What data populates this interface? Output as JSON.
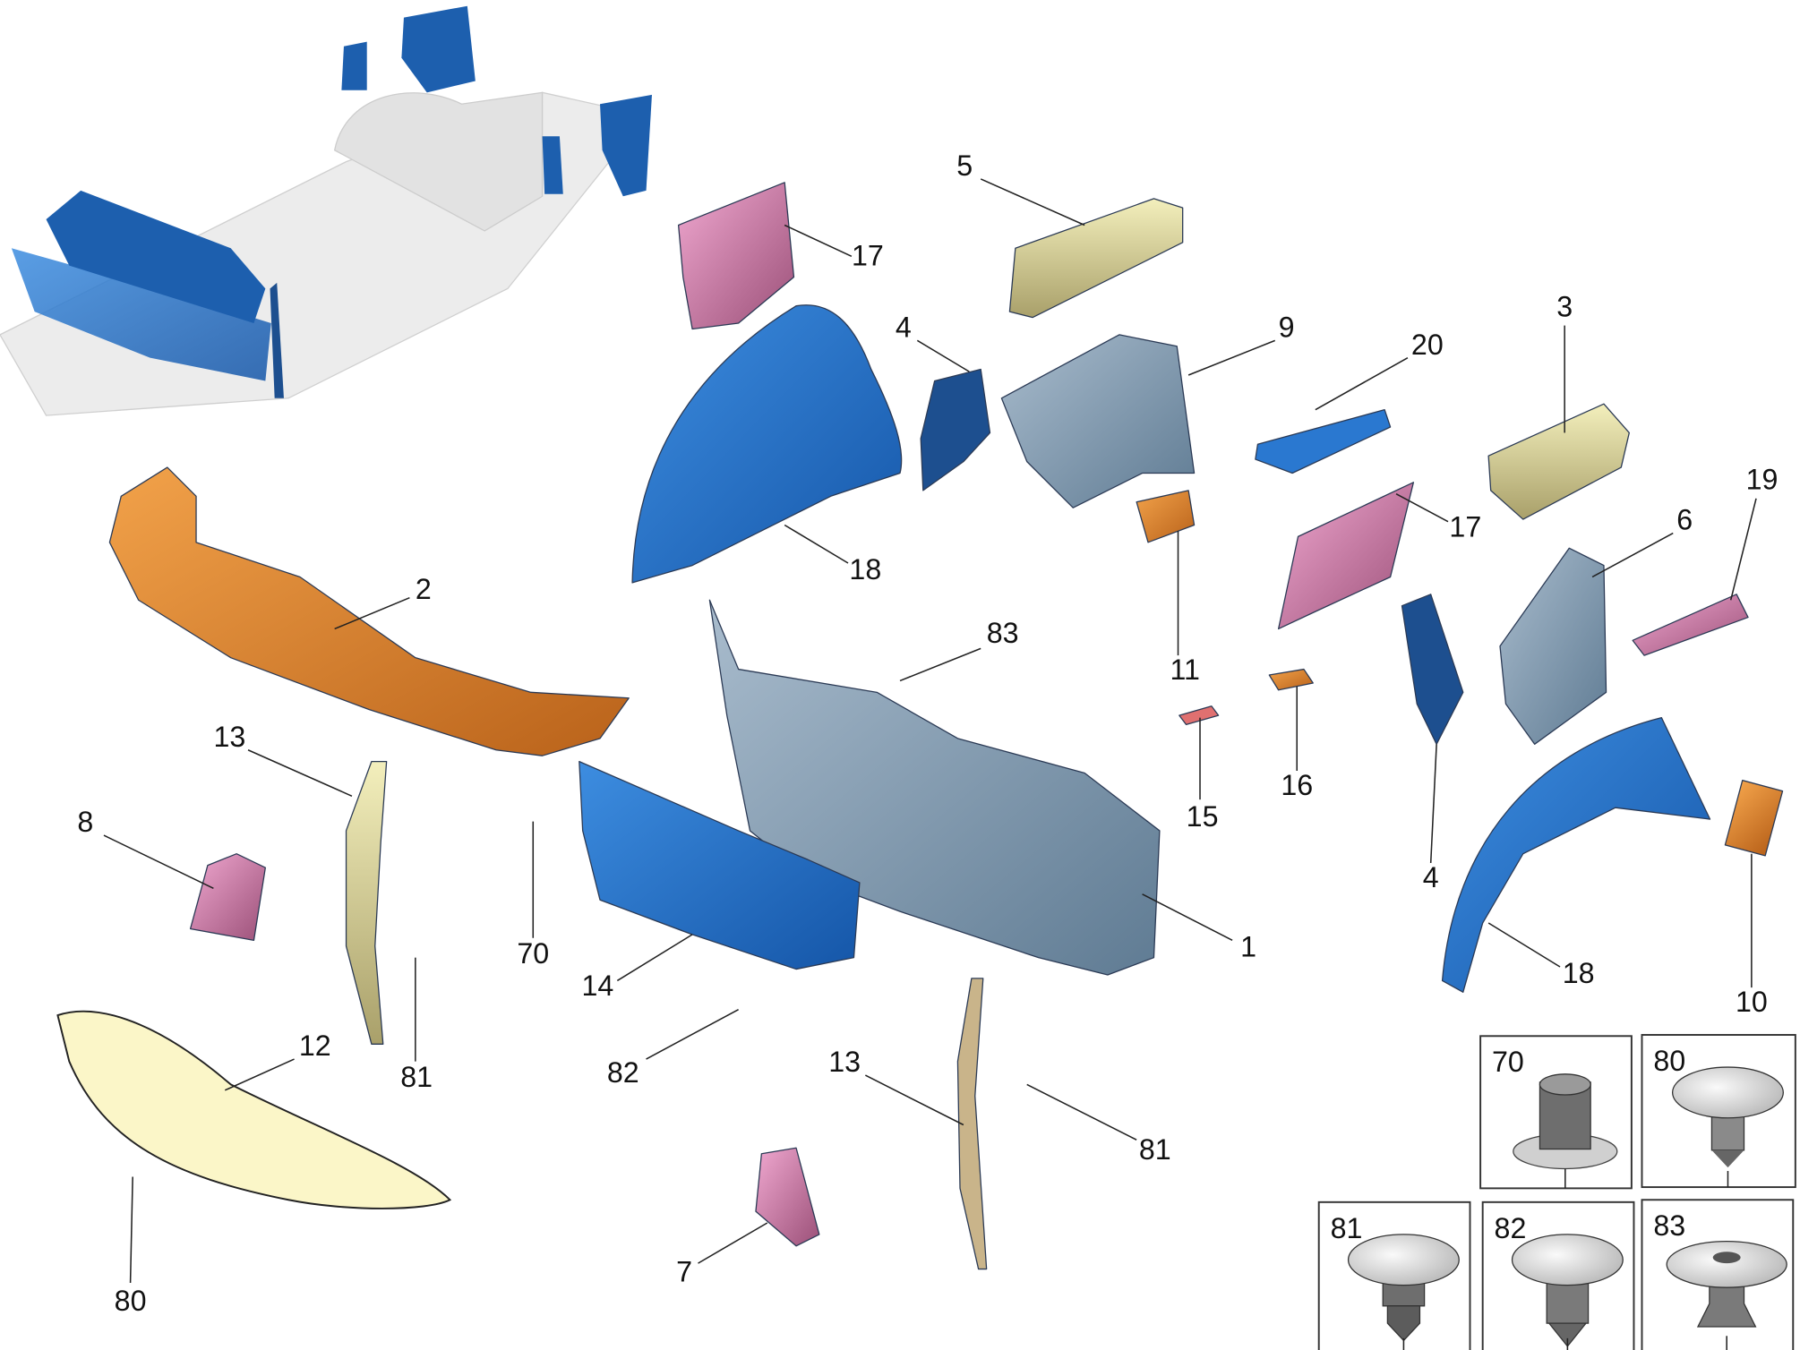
{
  "title": "Front body structure parts diagram",
  "callouts": [
    {
      "id": "5",
      "part": "insulation-yellow-upper"
    },
    {
      "id": "17",
      "part": "bracket-pink-left"
    },
    {
      "id": "4",
      "part": "trim-blue-left"
    },
    {
      "id": "9",
      "part": "panel-grey"
    },
    {
      "id": "20",
      "part": "bracket-blue"
    },
    {
      "id": "3",
      "part": "insulation-yellow-right"
    },
    {
      "id": "19",
      "part": "bracket-pink-right"
    },
    {
      "id": "17",
      "part": "bracket-pink-right-large"
    },
    {
      "id": "6",
      "part": "panel-grey-right"
    },
    {
      "id": "18",
      "part": "wheel-liner-left"
    },
    {
      "id": "2",
      "part": "cowl-orange"
    },
    {
      "id": "83",
      "part": "clip"
    },
    {
      "id": "11",
      "part": "bracket-orange-small"
    },
    {
      "id": "16",
      "part": "pad-orange"
    },
    {
      "id": "15",
      "part": "pad-red"
    },
    {
      "id": "13",
      "part": "seal-strip-left"
    },
    {
      "id": "8",
      "part": "block-pink-left"
    },
    {
      "id": "4",
      "part": "trim-blue-right"
    },
    {
      "id": "10",
      "part": "bracket-orange-right"
    },
    {
      "id": "18",
      "part": "wheel-liner-right"
    },
    {
      "id": "1",
      "part": "dash-panel"
    },
    {
      "id": "70",
      "part": "nut"
    },
    {
      "id": "14",
      "part": "insulator-blue"
    },
    {
      "id": "12",
      "part": "underbody-shield"
    },
    {
      "id": "81",
      "part": "clip"
    },
    {
      "id": "82",
      "part": "clip"
    },
    {
      "id": "13",
      "part": "seal-strip-right"
    },
    {
      "id": "81",
      "part": "clip"
    },
    {
      "id": "80",
      "part": "clip"
    },
    {
      "id": "7",
      "part": "block-pink-bottom"
    }
  ],
  "fasteners": [
    {
      "id": "70",
      "type": "hex-nut"
    },
    {
      "id": "80",
      "type": "fir-tree-clip"
    },
    {
      "id": "81",
      "type": "push-pin"
    },
    {
      "id": "82",
      "type": "screw-clip"
    },
    {
      "id": "83",
      "type": "grommet"
    }
  ],
  "colors": {
    "blue": "#1f6fc9",
    "dark_blue": "#1d4f8f",
    "orange": "#e08a2e",
    "pink": "#d887b4",
    "yellow": "#e9e4a6",
    "grey_blue": "#7f9bb3",
    "light_blue": "#a7c3dc",
    "beige": "#c9b48a"
  }
}
